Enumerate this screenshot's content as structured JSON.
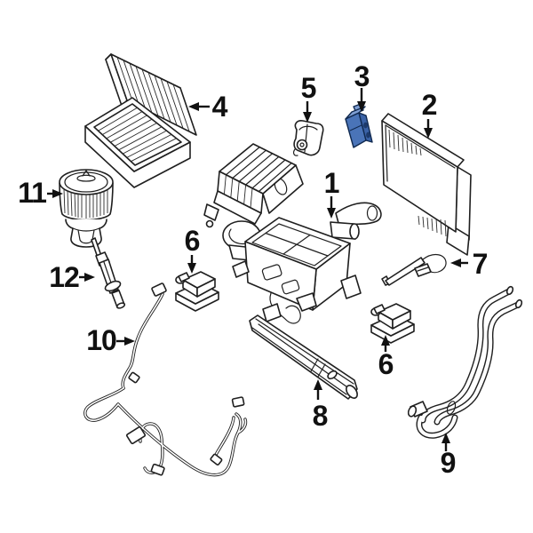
{
  "diagram": {
    "type": "exploded-parts-diagram",
    "background_color": "#ffffff",
    "line_color": "#1f1f1f",
    "label_color": "#111111",
    "highlighted_part_color": "#4a74b8",
    "highlighted_callout": "3",
    "callouts": [
      {
        "number": "4",
        "part": "cabin-air-filter-and-housing",
        "arrow_direction": "left",
        "highlighted": false
      },
      {
        "number": "5",
        "part": "small-actuator",
        "arrow_direction": "down",
        "highlighted": false
      },
      {
        "number": "3",
        "part": "expansion-valve",
        "arrow_direction": "down",
        "highlighted": true
      },
      {
        "number": "2",
        "part": "evaporator-core",
        "arrow_direction": "down",
        "highlighted": false
      },
      {
        "number": "11",
        "part": "blower-motor",
        "arrow_direction": "right",
        "highlighted": false
      },
      {
        "number": "1",
        "part": "hvac-housing-assembly",
        "arrow_direction": "down",
        "highlighted": false
      },
      {
        "number": "6",
        "part": "actuator-motor-1",
        "arrow_direction": "down",
        "highlighted": false
      },
      {
        "number": "12",
        "part": "temperature-sensor",
        "arrow_direction": "right",
        "highlighted": false
      },
      {
        "number": "7",
        "part": "drain-tube",
        "arrow_direction": "left",
        "highlighted": false
      },
      {
        "number": "10",
        "part": "wiring-harness",
        "arrow_direction": "right",
        "highlighted": false
      },
      {
        "number": "6",
        "part": "actuator-motor-2",
        "arrow_direction": "up",
        "highlighted": false
      },
      {
        "number": "8",
        "part": "air-duct",
        "arrow_direction": "up",
        "highlighted": false
      },
      {
        "number": "9",
        "part": "heater-hoses",
        "arrow_direction": "up",
        "highlighted": false
      }
    ]
  }
}
